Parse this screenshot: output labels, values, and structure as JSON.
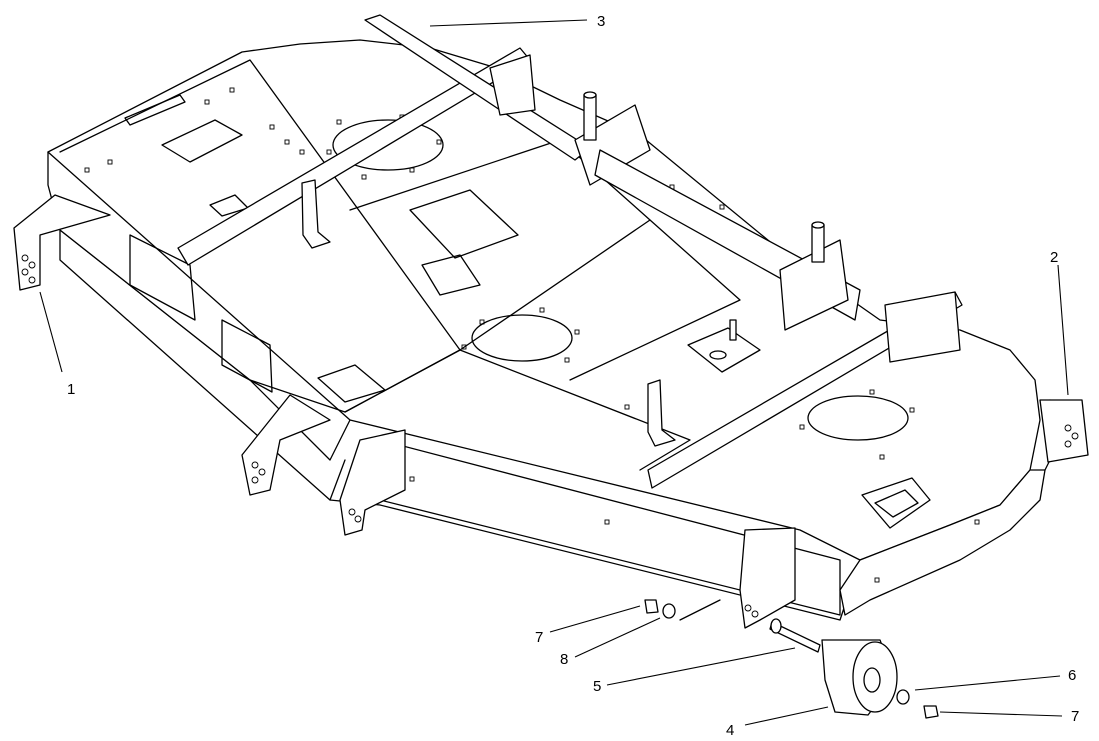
{
  "diagram": {
    "background": "#ffffff",
    "line_color": "#000000",
    "callouts": [
      {
        "id": "c1",
        "label": "1"
      },
      {
        "id": "c2",
        "label": "2"
      },
      {
        "id": "c3",
        "label": "3"
      },
      {
        "id": "c4",
        "label": "4"
      },
      {
        "id": "c5",
        "label": "5"
      },
      {
        "id": "c6",
        "label": "6"
      },
      {
        "id": "c7a",
        "label": "7"
      },
      {
        "id": "c7b",
        "label": "7"
      },
      {
        "id": "c8",
        "label": "8"
      }
    ]
  }
}
